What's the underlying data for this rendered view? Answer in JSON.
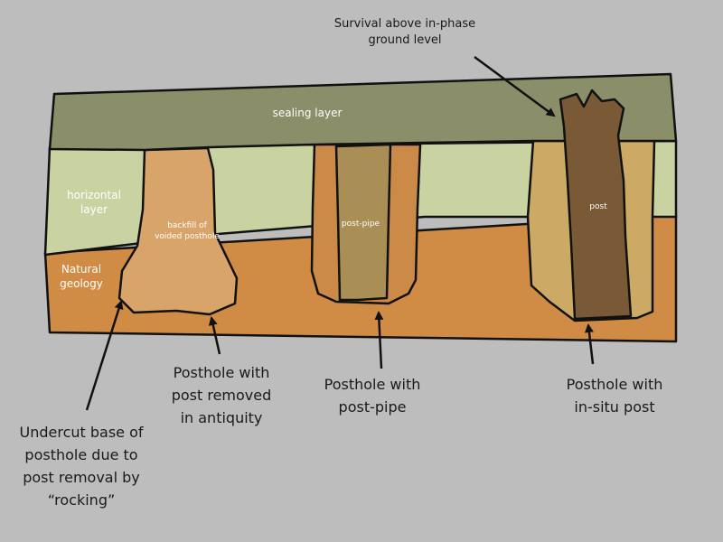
{
  "layers": {
    "sealing": "sealing layer",
    "horizontal_line1": "horizontal",
    "horizontal_line2": "layer",
    "natural_line1": "Natural",
    "natural_line2": "geology",
    "backfill_line1": "backfill of",
    "backfill_line2": "voided posthole",
    "post_pipe": "post-pipe",
    "post": "post"
  },
  "annotations": {
    "survival_line1": "Survival above in-phase",
    "survival_line2": "ground level",
    "removed_line1": "Posthole with",
    "removed_line2": "post removed",
    "removed_line3": "in antiquity",
    "pipe_line1": "Posthole with",
    "pipe_line2": "post-pipe",
    "insitu_line1": "Posthole with",
    "insitu_line2": "in-situ post",
    "undercut_line1": "Undercut base of",
    "undercut_line2": "posthole due to",
    "undercut_line3": "post removal by",
    "undercut_line4": "“rocking”"
  },
  "colors": {
    "background": "#bdbdbd",
    "sealing_layer": "#8a8f6a",
    "horizontal_layer": "#c9d3a2",
    "natural_geology": "#d08c45",
    "backfill": "#d9a46a",
    "posthole_fill": "#cc8a48",
    "post_pipe": "#a98f55",
    "posthole_packing": "#ccaa66",
    "post": "#7a5a36"
  }
}
